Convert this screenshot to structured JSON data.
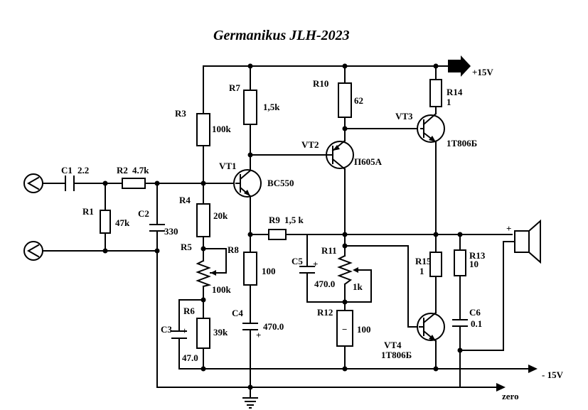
{
  "title": "Germanikus JLH-2023",
  "rails": {
    "positive": "+15V",
    "negative": "- 15V",
    "ground": "zero"
  },
  "components": {
    "C1": {
      "ref": "C1",
      "value": "2.2"
    },
    "R2": {
      "ref": "R2",
      "value": "4.7k"
    },
    "R1": {
      "ref": "R1",
      "value": "47k"
    },
    "C2": {
      "ref": "C2",
      "value": "330"
    },
    "R3": {
      "ref": "R3",
      "value": "100k"
    },
    "R4": {
      "ref": "R4",
      "value": "20k"
    },
    "R5": {
      "ref": "R5",
      "value": "100k"
    },
    "R6": {
      "ref": "R6",
      "value": "39k"
    },
    "C3": {
      "ref": "C3",
      "value": "47.0"
    },
    "R7": {
      "ref": "R7",
      "value": "1,5k"
    },
    "R8": {
      "ref": "R8",
      "value": "100"
    },
    "C4": {
      "ref": "C4",
      "value": "470.0"
    },
    "VT1": {
      "ref": "VT1",
      "value": "BC550"
    },
    "VT2": {
      "ref": "VT2",
      "value": "П605А"
    },
    "R9": {
      "ref": "R9",
      "value": "1,5 k"
    },
    "R10": {
      "ref": "R10",
      "value": "62"
    },
    "R11": {
      "ref": "R11",
      "value": "1k"
    },
    "R12": {
      "ref": "R12",
      "value": "100"
    },
    "C5": {
      "ref": "C5",
      "value": "470.0"
    },
    "VT3": {
      "ref": "VT3",
      "value": "1Т806Б"
    },
    "R14": {
      "ref": "R14",
      "value": "1"
    },
    "R15": {
      "ref": "R15",
      "value": "1"
    },
    "R13": {
      "ref": "R13",
      "value": "10"
    },
    "C6": {
      "ref": "C6",
      "value": "0.1"
    },
    "VT4": {
      "ref": "VT4",
      "value": "1Т806Б"
    }
  },
  "symbols": {
    "plus": "+",
    "minus": "−"
  }
}
